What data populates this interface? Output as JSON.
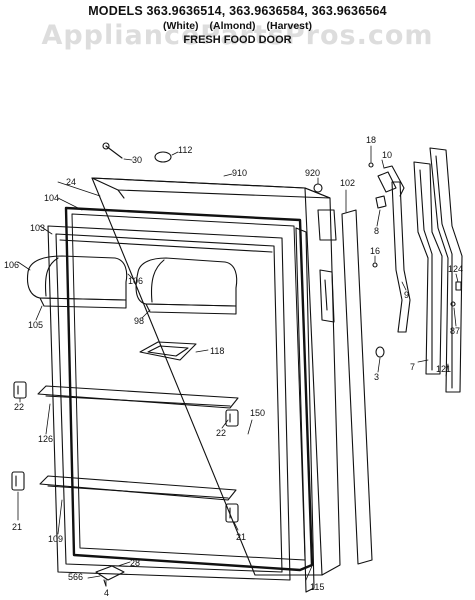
{
  "header": {
    "models": "MODELS 363.9636514, 363.9636584, 363.9636564",
    "variants": [
      "(White)",
      "(Almond)",
      "(Harvest)"
    ],
    "subtitle": "FRESH FOOD DOOR"
  },
  "watermark": "AppliancePartsPros.com",
  "colors": {
    "line": "#111111",
    "background": "#ffffff",
    "watermark": "#969696"
  },
  "parts": [
    {
      "id": "30",
      "label": "30"
    },
    {
      "id": "112",
      "label": "112"
    },
    {
      "id": "910",
      "label": "910"
    },
    {
      "id": "920",
      "label": "920"
    },
    {
      "id": "102",
      "label": "102"
    },
    {
      "id": "18",
      "label": "18"
    },
    {
      "id": "10",
      "label": "10"
    },
    {
      "id": "8",
      "label": "8"
    },
    {
      "id": "16",
      "label": "16"
    },
    {
      "id": "9",
      "label": "9"
    },
    {
      "id": "7",
      "label": "7"
    },
    {
      "id": "124",
      "label": "124"
    },
    {
      "id": "87",
      "label": "87"
    },
    {
      "id": "121",
      "label": "121"
    },
    {
      "id": "3",
      "label": "3"
    },
    {
      "id": "24",
      "label": "24"
    },
    {
      "id": "104",
      "label": "104"
    },
    {
      "id": "103",
      "label": "103"
    },
    {
      "id": "106a",
      "label": "106"
    },
    {
      "id": "105",
      "label": "105"
    },
    {
      "id": "106b",
      "label": "106"
    },
    {
      "id": "98",
      "label": "98"
    },
    {
      "id": "118",
      "label": "118"
    },
    {
      "id": "22a",
      "label": "22"
    },
    {
      "id": "126",
      "label": "126"
    },
    {
      "id": "22b",
      "label": "22"
    },
    {
      "id": "150",
      "label": "150"
    },
    {
      "id": "21a",
      "label": "21"
    },
    {
      "id": "109",
      "label": "109"
    },
    {
      "id": "21b",
      "label": "21"
    },
    {
      "id": "115",
      "label": "115"
    },
    {
      "id": "28",
      "label": "28"
    },
    {
      "id": "4",
      "label": "4"
    },
    {
      "id": "566",
      "label": "566"
    }
  ]
}
